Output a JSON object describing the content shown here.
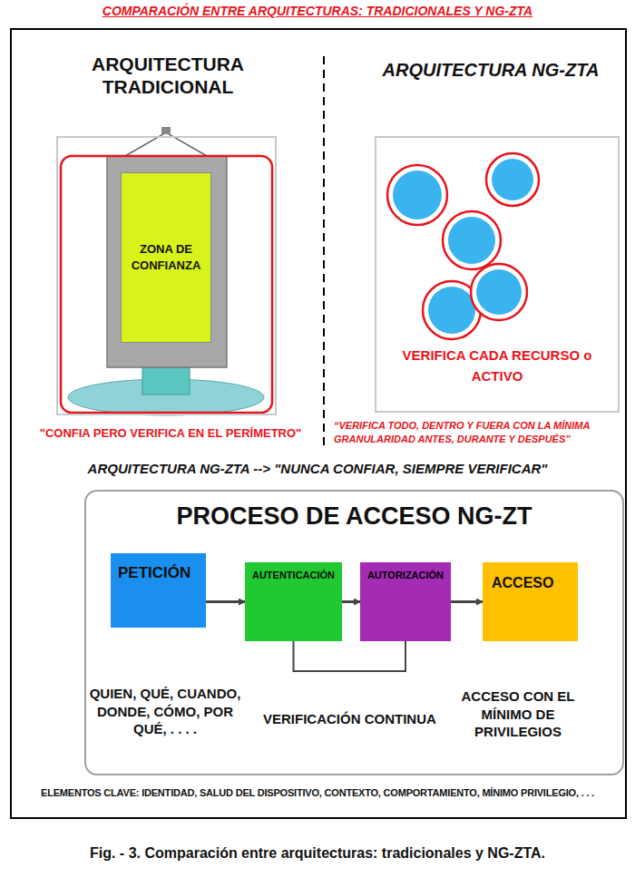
{
  "diagram": {
    "title": "COMPARACIÓN ENTRE ARQUITECTURAS: TRADICIONALES Y NG-ZTA",
    "caption": "Fig. - 3. Comparación entre arquitecturas: tradicionales y NG-ZTA.",
    "nodes": [
      {
        "text": [
          "ARQUITECTURA TRADICIONAL"
        ]
      },
      {
        "text": [
          "ZONA DE CONFIANZA"
        ],
        "in": 0
      },
      {
        "text": [
          "ARQUITECTURA NG-ZTA",
          "VERIFICA CADA RECURSO o ACTIVO"
        ]
      },
      {
        "text": [
          "PROCESO DE ACCESO NG-ZT"
        ]
      },
      {
        "text": [
          "PETICIÓN"
        ],
        "in": 3
      },
      {
        "text": [
          "AUTENTICACIÓN"
        ],
        "in": 3
      },
      {
        "text": [
          "AUTORIZACIÓN"
        ],
        "in": 3
      },
      {
        "text": [
          "ACCESO"
        ],
        "in": 3
      }
    ],
    "edges": [
      {
        "from": 4,
        "to": 5,
        "arrow": "to"
      },
      {
        "from": 5,
        "to": 6,
        "arrow": "to"
      },
      {
        "from": 6,
        "to": 7,
        "arrow": "to"
      },
      {
        "from": 5,
        "to": 6,
        "arrow": "none",
        "label": "VERIFICACIÓN CONTINUA"
      }
    ],
    "labels": [
      "\"CONFIA PERO VERIFICA EN EL PERÍMETRO\"",
      "“VERIFICA TODO, DENTRO Y FUERA CON LA MÍNIMA GRANULARIDAD ANTES, DURANTE Y DESPUÉS”",
      "ARQUITECTURA NG-ZTA --> \"NUNCA CONFIAR, SIEMPRE VERIFICAR\"",
      "QUIEN, QUÉ, CUANDO, DONDE, CÓMO, POR QUÉ, . . . .",
      "ACCESO CON EL MÍNIMO DE PRIVILEGIOS",
      "ELEMENTOS CLAVE: IDENTIDAD, SALUD DEL DISPOSITIVO, CONTEXTO, COMPORTAMIENTO, MÍNIMO PRIVILEGIO, . . ."
    ]
  }
}
